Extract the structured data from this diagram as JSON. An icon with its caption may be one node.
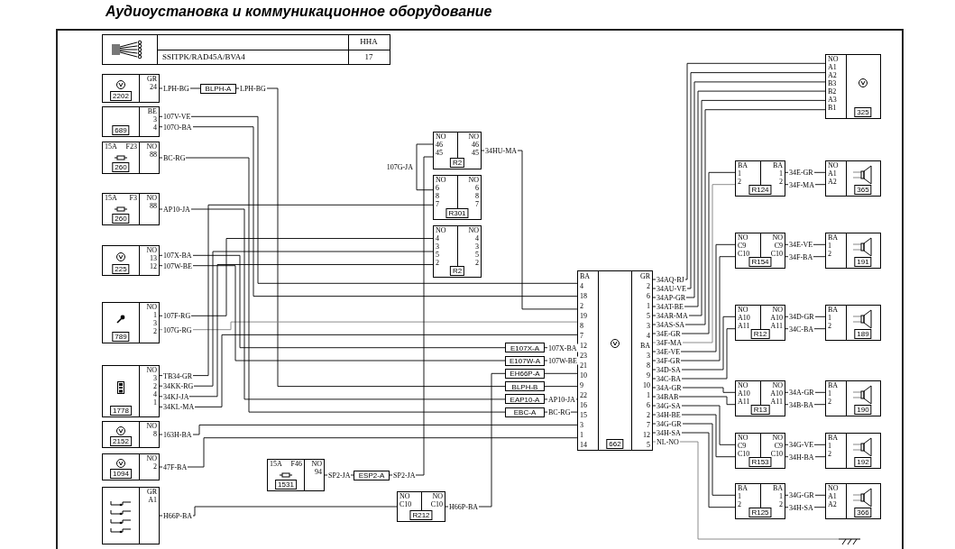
{
  "diagram": {
    "title": "Аудиоустановка и коммуникационное оборудование",
    "nodes": [
      {
        "text": [
          "SSITPK/RAD45A/BVA4",
          "HHA",
          "17"
        ]
      },
      {
        "text": [
          "2202",
          "GR",
          "24"
        ]
      },
      {
        "text": [
          "BLPH-A"
        ]
      },
      {
        "text": [
          "689",
          "BE",
          "3",
          "4"
        ]
      },
      {
        "text": [
          "15A",
          "F23",
          "260",
          "NO",
          "88"
        ]
      },
      {
        "text": [
          "15A",
          "F3",
          "260",
          "NO",
          "88"
        ]
      },
      {
        "text": [
          "225",
          "NO",
          "13",
          "12"
        ]
      },
      {
        "text": [
          "789",
          "NO",
          "1",
          "3",
          "2"
        ]
      },
      {
        "text": [
          "15A",
          "F46",
          "1531",
          "NO",
          "94"
        ]
      },
      {
        "text": [
          "ESP2-A"
        ]
      },
      {
        "text": [
          "1778",
          "NO",
          "3",
          "2",
          "4",
          "1"
        ]
      },
      {
        "text": [
          "2152",
          "NO",
          "8"
        ]
      },
      {
        "text": [
          "1094",
          "NO",
          "2"
        ]
      },
      {
        "text": [
          "GR",
          "A1"
        ]
      },
      {
        "text": [
          "R2",
          "NO",
          "46",
          "45",
          "NO",
          "46",
          "45"
        ]
      },
      {
        "text": [
          "R301",
          "NO",
          "6",
          "8",
          "7",
          "NO",
          "6",
          "8",
          "7"
        ]
      },
      {
        "text": [
          "R2",
          "NO",
          "4",
          "3",
          "5",
          "2",
          "NO",
          "4",
          "3",
          "5",
          "2"
        ]
      },
      {
        "text": [
          "R212",
          "NO",
          "C10",
          "NO",
          "C10"
        ]
      },
      {
        "text": [
          "E107X-A"
        ]
      },
      {
        "text": [
          "E107W-A"
        ]
      },
      {
        "text": [
          "EH66P-A"
        ]
      },
      {
        "text": [
          "BLPH-B"
        ]
      },
      {
        "text": [
          "EAP10-A"
        ]
      },
      {
        "text": [
          "662",
          "BA",
          "4",
          "18",
          "2",
          "19",
          "8",
          "7",
          "12",
          "23",
          "21",
          "10",
          "9",
          "22",
          "16",
          "15",
          "3",
          "1",
          "14",
          "GR",
          "2",
          "6",
          "1",
          "5",
          "3",
          "4",
          "BA",
          "3",
          "8",
          "9",
          "10",
          "1",
          "6",
          "2",
          "7",
          "12",
          "5"
        ]
      },
      {
        "text": [
          "EBC-A"
        ]
      },
      {
        "text": [
          "325",
          "NO",
          "A1",
          "A2",
          "B3",
          "B2",
          "A3",
          "B1"
        ]
      },
      {
        "text": [
          "R124",
          "BA",
          "1",
          "2",
          "BA",
          "1",
          "2"
        ]
      },
      {
        "text": [
          "365",
          "NO",
          "A1",
          "A2"
        ]
      },
      {
        "text": [
          "R154",
          "NO",
          "C9",
          "C10",
          "NO",
          "C9",
          "C10"
        ]
      },
      {
        "text": [
          "191",
          "BA",
          "1",
          "2"
        ]
      },
      {
        "text": [
          "R12",
          "NO",
          "A10",
          "A11",
          "NO",
          "A10",
          "A11"
        ]
      },
      {
        "text": [
          "189",
          "BA",
          "1",
          "2"
        ]
      },
      {
        "text": [
          "R13",
          "NO",
          "A10",
          "A11",
          "NO",
          "A10",
          "A11"
        ]
      },
      {
        "text": [
          "190",
          "BA",
          "1",
          "2"
        ]
      },
      {
        "text": [
          "R153",
          "NO",
          "C9",
          "C10",
          "NO",
          "C9",
          "C10"
        ]
      },
      {
        "text": [
          "192",
          "BA",
          "1",
          "2"
        ]
      },
      {
        "text": [
          "R125",
          "BA",
          "1",
          "2",
          "BA",
          "1",
          "2"
        ]
      },
      {
        "text": [
          "366",
          "NO",
          "A1",
          "A2"
        ]
      },
      {
        "text": [],
        "shape": "ground"
      }
    ],
    "edges": [
      {
        "from": 1,
        "to": 2,
        "arrow": "none",
        "label": "LPH-BG"
      },
      {
        "from": 2,
        "to": 21,
        "arrow": "none",
        "label": "LPH-BG"
      },
      {
        "from": 3,
        "to": 23,
        "arrow": "none",
        "label": "107V-VE"
      },
      {
        "from": 3,
        "to": 23,
        "arrow": "none",
        "label": "107O-BA"
      },
      {
        "from": 14,
        "to": 23,
        "arrow": "none",
        "label": "34HU-MA"
      },
      {
        "from": 7,
        "to": 23,
        "arrow": "none",
        "label": "107G-RG",
        "color": "#808080"
      },
      {
        "from": 10,
        "to": 23,
        "arrow": "none",
        "label": "34KL-MA"
      },
      {
        "from": 18,
        "to": 23,
        "arrow": "none",
        "label": "107X-BA"
      },
      {
        "from": 19,
        "to": 23,
        "arrow": "none",
        "label": "107W-BE"
      },
      {
        "from": 20,
        "to": 23,
        "arrow": "none"
      },
      {
        "from": 21,
        "to": 23,
        "arrow": "none"
      },
      {
        "from": 22,
        "to": 23,
        "arrow": "none",
        "label": "AP10-JA"
      },
      {
        "from": 24,
        "to": 23,
        "arrow": "none",
        "label": "BC-RG"
      },
      {
        "from": 11,
        "to": 23,
        "arrow": "none",
        "label": "163H-BA"
      },
      {
        "from": 12,
        "to": 23,
        "arrow": "none",
        "label": "47F-BA"
      },
      {
        "from": 4,
        "to": 24,
        "arrow": "none",
        "label": "BC-RG"
      },
      {
        "from": 5,
        "to": 22,
        "arrow": "none",
        "label": "AP10-JA"
      },
      {
        "from": 6,
        "to": 18,
        "arrow": "none",
        "label": "107X-BA"
      },
      {
        "from": 6,
        "to": 19,
        "arrow": "none",
        "label": "107W-BE"
      },
      {
        "from": 7,
        "to": 16,
        "arrow": "none",
        "label": "107F-RG"
      },
      {
        "from": 10,
        "to": 15,
        "arrow": "none",
        "label": "TB34-GR"
      },
      {
        "from": 10,
        "to": 16,
        "arrow": "none",
        "label": "34KK-RG"
      },
      {
        "from": 10,
        "to": 16,
        "arrow": "none",
        "label": "34KJ-JA"
      },
      {
        "from": 8,
        "to": 9,
        "arrow": "none",
        "label": "SP2-JA"
      },
      {
        "from": 9,
        "to": 14,
        "arrow": "none",
        "label": "SP2-JA"
      },
      {
        "from": 14,
        "to": 15,
        "arrow": "none",
        "label": "107G-JA"
      },
      {
        "from": 13,
        "to": 17,
        "arrow": "none",
        "label": "H66P-BA"
      },
      {
        "from": 17,
        "to": 20,
        "arrow": "none",
        "label": "H66P-BA"
      },
      {
        "from": 23,
        "to": 25,
        "arrow": "none",
        "label": "34AQ-BJ"
      },
      {
        "from": 23,
        "to": 25,
        "arrow": "none",
        "label": "34AU-VE"
      },
      {
        "from": 23,
        "to": 25,
        "arrow": "none",
        "label": "34AP-GR"
      },
      {
        "from": 23,
        "to": 25,
        "arrow": "none",
        "label": "34AT-BE"
      },
      {
        "from": 23,
        "to": 25,
        "arrow": "none",
        "label": "34AR-MA"
      },
      {
        "from": 23,
        "to": 25,
        "arrow": "none",
        "label": "34AS-SA"
      },
      {
        "from": 23,
        "to": 26,
        "arrow": "none",
        "label": "34E-GR"
      },
      {
        "from": 23,
        "to": 26,
        "arrow": "none",
        "label": "34F-MA",
        "color": "#808080"
      },
      {
        "from": 23,
        "to": 28,
        "arrow": "none",
        "label": "34E-VE"
      },
      {
        "from": 23,
        "to": 28,
        "arrow": "none",
        "label": "34F-GR"
      },
      {
        "from": 23,
        "to": 30,
        "arrow": "none",
        "label": "34D-SA"
      },
      {
        "from": 23,
        "to": 30,
        "arrow": "none",
        "label": "34C-BA"
      },
      {
        "from": 23,
        "to": 32,
        "arrow": "none",
        "label": "34A-GR"
      },
      {
        "from": 23,
        "to": 32,
        "arrow": "none",
        "label": "34BAB"
      },
      {
        "from": 23,
        "to": 34,
        "arrow": "none",
        "label": "34G-SA"
      },
      {
        "from": 23,
        "to": 34,
        "arrow": "none",
        "label": "34H-BE"
      },
      {
        "from": 23,
        "to": 36,
        "arrow": "none",
        "label": "34G-GR"
      },
      {
        "from": 23,
        "to": 36,
        "arrow": "none",
        "label": "34H-SA"
      },
      {
        "from": 23,
        "to": 38,
        "arrow": "none",
        "label": "NL-NO",
        "color": "#808080"
      },
      {
        "from": 26,
        "to": 27,
        "arrow": "none",
        "label": "34E-GR"
      },
      {
        "from": 26,
        "to": 27,
        "arrow": "none",
        "label": "34F-MA"
      },
      {
        "from": 28,
        "to": 29,
        "arrow": "none",
        "label": "34E-VE"
      },
      {
        "from": 28,
        "to": 29,
        "arrow": "none",
        "label": "34F-BA"
      },
      {
        "from": 30,
        "to": 31,
        "arrow": "none",
        "label": "34D-GR"
      },
      {
        "from": 30,
        "to": 31,
        "arrow": "none",
        "label": "34C-BA"
      },
      {
        "from": 32,
        "to": 33,
        "arrow": "none",
        "label": "34A-GR"
      },
      {
        "from": 32,
        "to": 33,
        "arrow": "none",
        "label": "34B-BA"
      },
      {
        "from": 34,
        "to": 35,
        "arrow": "none",
        "label": "34G-VE"
      },
      {
        "from": 34,
        "to": 35,
        "arrow": "none",
        "label": "34H-BA"
      },
      {
        "from": 36,
        "to": 37,
        "arrow": "none",
        "label": "34G-GR"
      },
      {
        "from": 36,
        "to": 37,
        "arrow": "none",
        "label": "34H-SA"
      }
    ]
  }
}
